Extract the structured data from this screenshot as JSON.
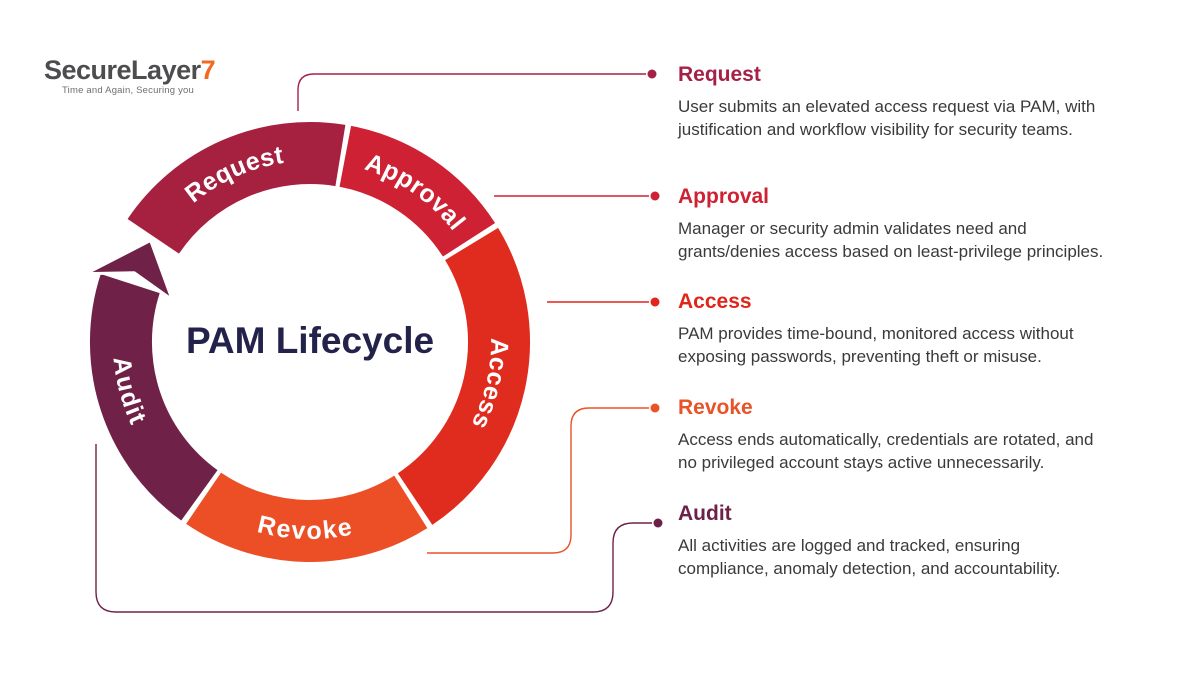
{
  "logo": {
    "brand": "SecureLayer",
    "brand_accent": "7",
    "tagline": "Time and Again, Securing you",
    "brand_color": "#4D4D4F",
    "accent_color": "#F26A21"
  },
  "diagram": {
    "center_title": "PAM Lifecycle",
    "center_title_color": "#23224A",
    "flow_direction": "clockwise",
    "segments": [
      {
        "label": "Request",
        "color": "#A6203F"
      },
      {
        "label": "Approval",
        "color": "#CE2134"
      },
      {
        "label": "Access",
        "color": "#E02C1E"
      },
      {
        "label": "Revoke",
        "color": "#EC4F26"
      },
      {
        "label": "Audit",
        "color": "#702148"
      }
    ]
  },
  "items": [
    {
      "title": "Request",
      "color": "#A52147",
      "description": [
        "User submits an elevated access request via PAM, with",
        "justification and workflow visibility for security teams."
      ]
    },
    {
      "title": "Approval",
      "color": "#CE2133",
      "description": [
        "Manager or security admin validates need and",
        "grants/denies access based on least-privilege principles."
      ]
    },
    {
      "title": "Access",
      "color": "#E0251B",
      "description": [
        "PAM provides time-bound, monitored access without",
        "exposing passwords, preventing theft or misuse."
      ]
    },
    {
      "title": "Revoke",
      "color": "#E85327",
      "description": [
        "Access ends automatically, credentials are rotated, and",
        "no privileged account stays active unnecessarily."
      ]
    },
    {
      "title": "Audit",
      "color": "#6E2148",
      "description": [
        "All activities are logged and tracked, ensuring",
        "compliance, anomaly detection, and accountability."
      ]
    }
  ]
}
